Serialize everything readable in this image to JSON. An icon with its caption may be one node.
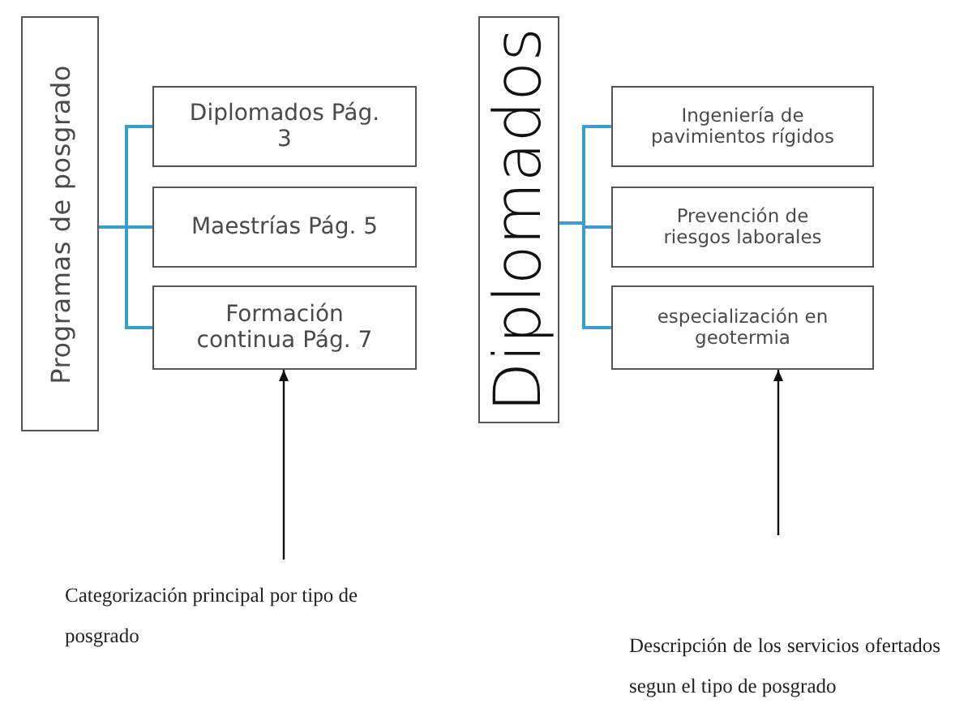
{
  "diagram": {
    "nodes": [
      {
        "text": [
          "Programas de posgrado"
        ]
      },
      {
        "text": [
          "Diplomados Pág. 3"
        ]
      },
      {
        "text": [
          "Maestrías Pág. 5"
        ]
      },
      {
        "text": [
          "Formación continua Pág. 7"
        ]
      },
      {
        "text": [
          "Diplomados"
        ]
      },
      {
        "text": [
          "Ingeniería de pavimientos rígidos"
        ]
      },
      {
        "text": [
          "Prevención de riesgos laborales"
        ]
      },
      {
        "text": [
          "especialización en geotermia"
        ]
      },
      {
        "text": [
          "Categorización principal por tipo de posgrado"
        ]
      },
      {
        "text": [
          "Descripción de los servicios ofertados segun el tipo de posgrado"
        ]
      }
    ],
    "edges": [
      {
        "from": 0,
        "to": 1,
        "arrow": "none"
      },
      {
        "from": 0,
        "to": 2,
        "arrow": "none"
      },
      {
        "from": 0,
        "to": 3,
        "arrow": "none"
      },
      {
        "from": 4,
        "to": 5,
        "arrow": "none"
      },
      {
        "from": 4,
        "to": 6,
        "arrow": "none"
      },
      {
        "from": 4,
        "to": 7,
        "arrow": "none"
      },
      {
        "from": 8,
        "to": 3,
        "arrow": "to",
        "color": "#111111"
      },
      {
        "from": 9,
        "to": 7,
        "arrow": "to",
        "color": "#111111"
      }
    ]
  }
}
